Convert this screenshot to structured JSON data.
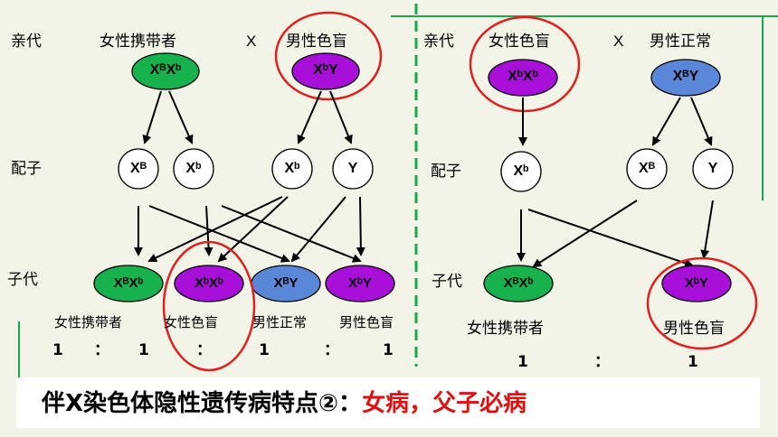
{
  "left": {
    "parents_label": "亲代",
    "female_label": "女性携带者",
    "cross": "X",
    "male_label": "男性色盲",
    "female_genotype": "XᴮXᵇ",
    "male_genotype": "XᵇY",
    "gametes_label": "配子",
    "gametes": [
      "Xᴮ",
      "Xᵇ",
      "Xᵇ",
      "Y"
    ],
    "offspring_label": "子代",
    "offspring": [
      "XᴮXᵇ",
      "XᵇXᵇ",
      "XᴮY",
      "XᵇY"
    ],
    "offspring_captions": [
      "女性携带者",
      "女性色盲",
      "男性正常",
      "男性色盲"
    ],
    "ratio": [
      "1",
      "：",
      "1",
      "：",
      "1",
      "：",
      "1"
    ]
  },
  "right": {
    "parents_label": "亲代",
    "female_label": "女性色盲",
    "cross": "X",
    "male_label": "男性正常",
    "female_genotype": "XᵇXᵇ",
    "male_genotype": "XᴮY",
    "gametes_label": "配子",
    "gametes": [
      "Xᵇ",
      "Xᴮ",
      "Y"
    ],
    "offspring_label": "子代",
    "offspring": [
      "XᴮXᵇ",
      "XᵇY"
    ],
    "offspring_captions": [
      "女性携带者",
      "男性色盲"
    ],
    "ratio": [
      "1",
      "：",
      "1"
    ]
  },
  "summary": {
    "prefix": "伴X染色体隐性遗传病特点②：",
    "highlight": "女病，父子必病"
  },
  "colors": {
    "green": "#17b24e",
    "purple": "#a80fd8",
    "blue": "#5b87d8",
    "highlight_red": "#e02020",
    "divider_green": "#1aa84a"
  }
}
